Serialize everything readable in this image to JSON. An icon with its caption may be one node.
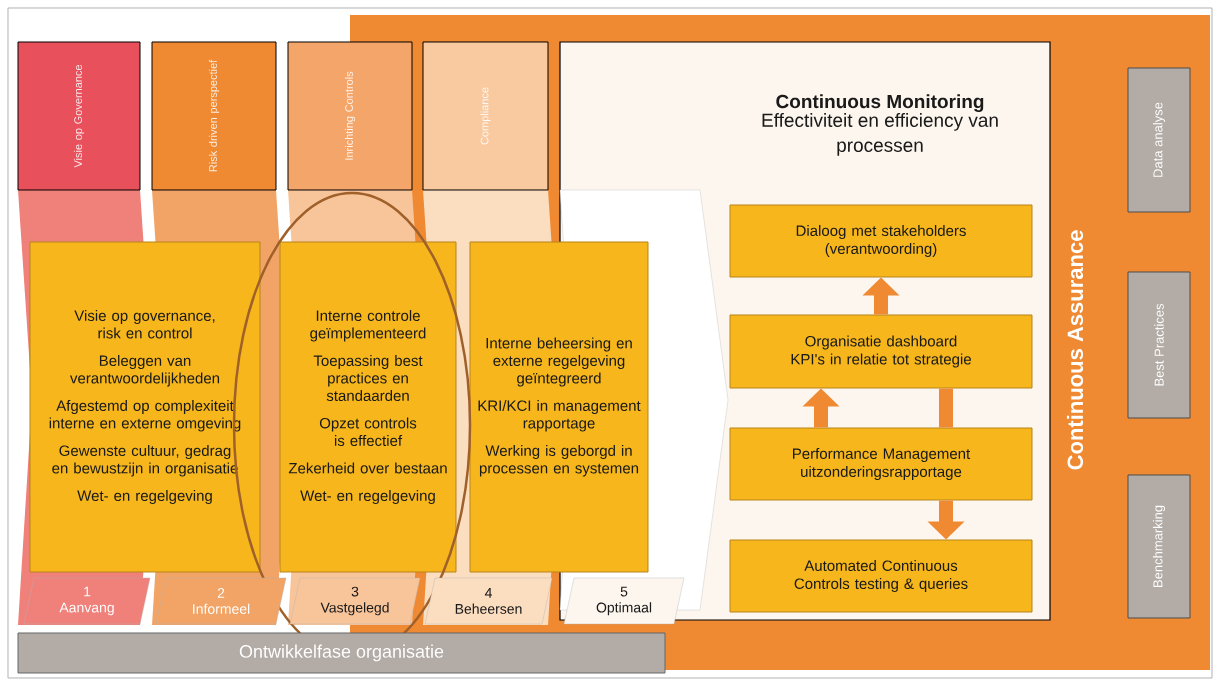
{
  "diagram": {
    "nodes": [
      {
        "text": [
          "Continuous Assurance"
        ]
      },
      {
        "text": [
          "Data analyse"
        ],
        "in": 0
      },
      {
        "text": [
          "Best Practices"
        ],
        "in": 0
      },
      {
        "text": [
          "Benchmarking"
        ],
        "in": 0
      },
      {
        "text": [
          "Visie op Governance"
        ]
      },
      {
        "text": [
          "Risk driven perspectief"
        ]
      },
      {
        "text": [
          "Inrichting Controls"
        ]
      },
      {
        "text": [
          "Compliance"
        ]
      },
      {
        "text": [
          "Continuous Monitoring",
          "Effectiviteit en efficiency van processen"
        ]
      },
      {
        "text": [
          "Visie op governance, risk en control",
          "Beleggen van verantwoordelijkheden",
          "Afgestemd op complexiteit interne en externe omgeving",
          "Gewenste cultuur, gedrag en bewustzijn in organisatie",
          "Wet- en regelgeving"
        ]
      },
      {
        "text": [
          "Interne controle geïmplementeerd",
          "Toepassing best practices en standaarden",
          "Opzet controls is effectief",
          "Zekerheid over bestaan",
          "Wet- en regelgeving"
        ]
      },
      {
        "text": [
          "Interne beheersing en externe regelgeving geïntegreerd",
          "KRI/KCI in management rapportage",
          "Werking is geborgd in processen en systemen"
        ]
      },
      {
        "text": [
          "Dialoog met stakeholders (verantwoording)"
        ],
        "in": 8
      },
      {
        "text": [
          "Organisatie dashboard KPI's in relatie tot strategie"
        ],
        "in": 8
      },
      {
        "text": [
          "Performance Management uitzonderingsrapportage"
        ],
        "in": 8
      },
      {
        "text": [
          "Automated Continuous Controls testing & queries"
        ],
        "in": 8
      },
      {
        "text": [
          "1",
          "Aanvang"
        ]
      },
      {
        "text": [
          "2",
          "Informeel"
        ]
      },
      {
        "text": [
          "3",
          "Vastgelegd"
        ]
      },
      {
        "text": [
          "4",
          "Beheersen"
        ]
      },
      {
        "text": [
          "5",
          "Optimaal"
        ],
        "in": 8
      },
      {
        "text": [
          "Ontwikkelfase organisatie"
        ]
      }
    ],
    "edges": [
      {
        "from": 14,
        "to": 13,
        "arrow": "to"
      },
      {
        "from": 13,
        "to": 12,
        "arrow": "to"
      },
      {
        "from": 13,
        "to": 14,
        "arrow": "none"
      },
      {
        "from": 14,
        "to": 15,
        "arrow": "to"
      }
    ]
  }
}
